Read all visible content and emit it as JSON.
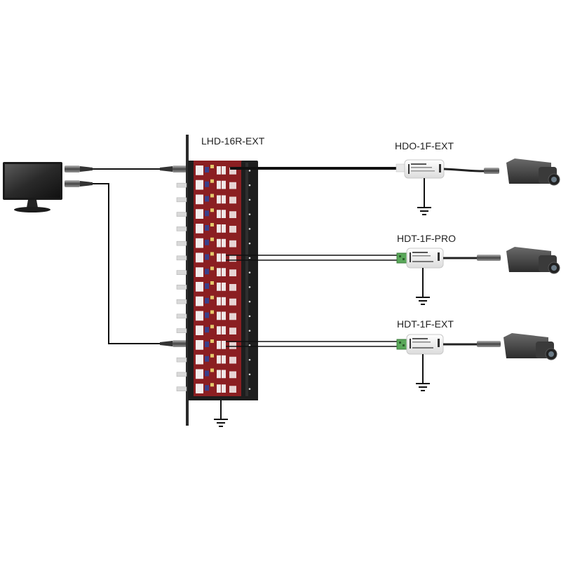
{
  "diagram": {
    "title": "HD video over coax / twisted pair wiring diagram",
    "nodes": {
      "monitor": {
        "label": "",
        "icon": "monitor-icon"
      },
      "panel": {
        "label": "LHD-16R-EXT",
        "channels": 16,
        "icon": "rack-panel-icon"
      },
      "transceiver_1": {
        "label": "HDO-1F-EXT",
        "medium": "coax",
        "panel_channel": 1,
        "icon": "transceiver-icon"
      },
      "transceiver_2": {
        "label": "HDT-1F-PRO",
        "medium": "twisted-pair",
        "panel_channel": 7,
        "icon": "transceiver-icon"
      },
      "transceiver_3": {
        "label": "HDT-1F-EXT",
        "medium": "twisted-pair",
        "panel_channel": 13,
        "icon": "transceiver-icon"
      },
      "camera_1": {
        "icon": "camera-icon"
      },
      "camera_2": {
        "icon": "camera-icon"
      },
      "camera_3": {
        "icon": "camera-icon"
      }
    },
    "connections": [
      {
        "from": "monitor",
        "to": "panel",
        "panel_channel": 1,
        "type": "bnc-coax"
      },
      {
        "from": "monitor",
        "to": "panel",
        "panel_channel": 13,
        "type": "bnc-coax"
      },
      {
        "from": "panel",
        "to": "transceiver_1",
        "type": "coax"
      },
      {
        "from": "panel",
        "to": "transceiver_2",
        "type": "twisted-pair"
      },
      {
        "from": "panel",
        "to": "transceiver_3",
        "type": "twisted-pair"
      },
      {
        "from": "transceiver_1",
        "to": "camera_1",
        "type": "bnc-coax"
      },
      {
        "from": "transceiver_2",
        "to": "camera_2",
        "type": "bnc-coax"
      },
      {
        "from": "transceiver_3",
        "to": "camera_3",
        "type": "bnc-coax"
      }
    ],
    "grounds": [
      "panel",
      "transceiver_1",
      "transceiver_2",
      "transceiver_3"
    ],
    "colors": {
      "pcb_red": "#8b1f22",
      "panel_black": "#1e1e1e",
      "terminal_green": "#5aa85a",
      "wire": "#111111"
    }
  }
}
